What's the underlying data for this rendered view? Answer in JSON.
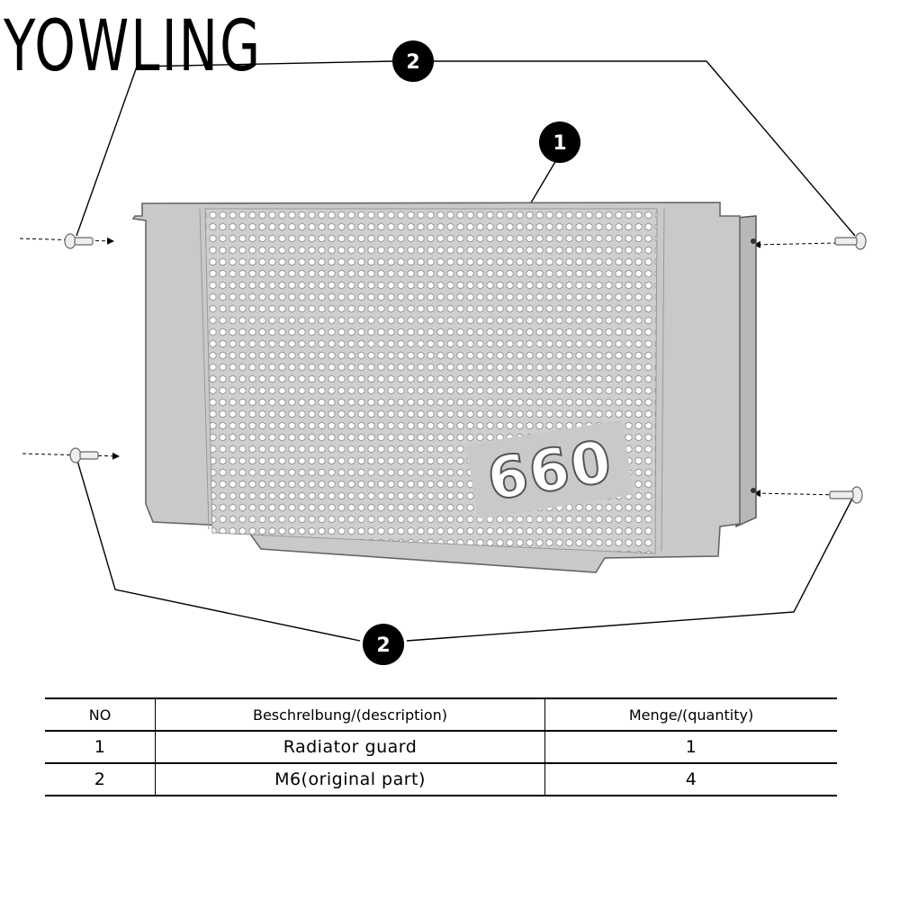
{
  "brand": {
    "name": "YOWLING"
  },
  "diagram": {
    "callouts": [
      {
        "id": "callout-1",
        "label": "1"
      },
      {
        "id": "callout-2-top",
        "label": "2"
      },
      {
        "id": "callout-2-bottom",
        "label": "2"
      }
    ],
    "model_number": "660",
    "colors": {
      "panel": "#c9c9c9",
      "panel_edge": "#8a8a8a",
      "callout": "#000000"
    }
  },
  "table": {
    "headers": [
      "NO",
      "Beschrelbung/(description)",
      "Menge/(quantity)"
    ],
    "rows": [
      {
        "no": "1",
        "description": "Radiator guard",
        "quantity": "1"
      },
      {
        "no": "2",
        "description": "M6(original part)",
        "quantity": "4"
      }
    ]
  }
}
